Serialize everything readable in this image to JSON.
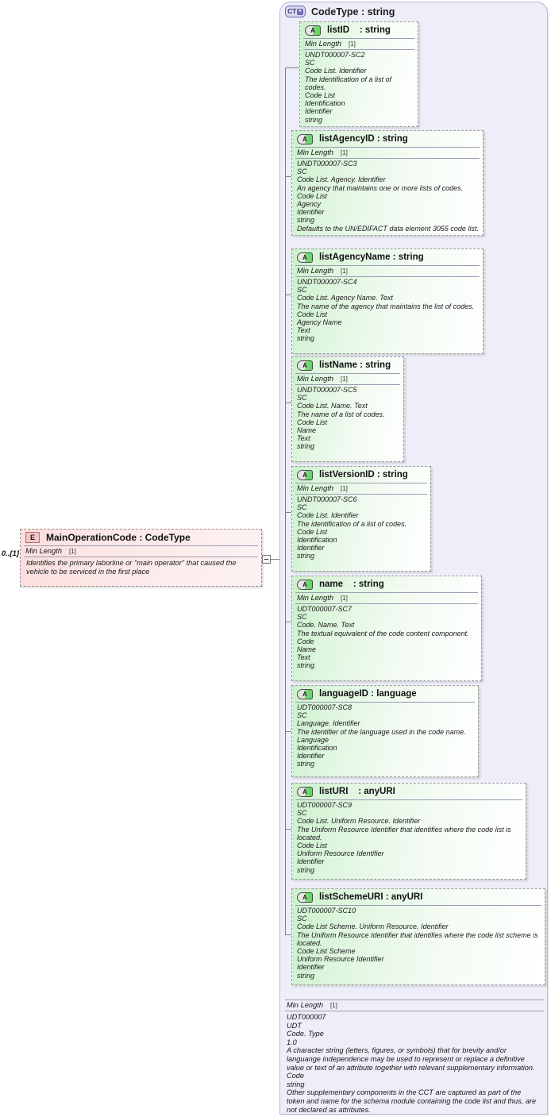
{
  "diagram": {
    "type": "xsd-schema-diagram",
    "colors": {
      "container_bg": "#eeeef9",
      "attribute_green": "#ccf0cc",
      "element_pink": "#fbdede",
      "connector": "#808080"
    }
  },
  "container": {
    "icon": "complex-type-expand-icon",
    "icon_label": "CT",
    "title": "CodeType : string",
    "footer": {
      "facet_label": "Min Length",
      "occurrence": "[1]",
      "lines": [
        "UDT000007",
        "UDT",
        "Code. Type",
        "1.0",
        "A character string (letters, figures, or symbols) that for brevity and/or languange independence may be used to represent or replace a definitive value or text of an attribute together with relevant supplementary information.",
        "Code",
        "string",
        "Other supplementary components in the CCT are captured as part of the token and name for the schema module containing the code list and thus, are not declared as attributes."
      ]
    }
  },
  "element": {
    "icon": "element-icon",
    "icon_label": "E",
    "name": "MainOperationCode : CodeType",
    "occurrence": "0..[1]",
    "facet_label": "Min Length",
    "facet_occurrence": "[1]",
    "description": "Identifies the primary laborline or \"main operator\" that caused the vehicle to be serviced in the first place"
  },
  "attributes": [
    {
      "icon_label": "A",
      "name": "listID",
      "type": ": string",
      "name_pad": true,
      "facet_label": "Min Length",
      "facet_occurrence": "[1]",
      "lines": [
        "UNDT000007-SC2",
        "SC",
        "Code List. Identifier",
        "The identification of a list of codes.",
        "Code List",
        "Identification",
        "Identifier",
        "string"
      ]
    },
    {
      "icon_label": "A",
      "name": "listAgencyID",
      "type": ": string",
      "facet_label": "Min Length",
      "facet_occurrence": "[1]",
      "lines": [
        "UNDT000007-SC3",
        "SC",
        "Code List. Agency. Identifier",
        "An agency that maintains one or more lists of codes.",
        "Code List",
        "Agency",
        "Identifier",
        "string",
        "Defaults to the UN/EDIFACT data element 3055 code list."
      ]
    },
    {
      "icon_label": "A",
      "name": "listAgencyName",
      "type": ": string",
      "facet_label": "Min Length",
      "facet_occurrence": "[1]",
      "lines": [
        "UNDT000007-SC4",
        "SC",
        "Code List. Agency Name. Text",
        "The name of the agency that maintains the list of codes.",
        "Code List",
        "Agency Name",
        "Text",
        "string"
      ]
    },
    {
      "icon_label": "A",
      "name": "listName",
      "type": ": string",
      "facet_label": "Min Length",
      "facet_occurrence": "[1]",
      "lines": [
        "UNDT000007-SC5",
        "SC",
        "Code List. Name. Text",
        "The name of a list of codes.",
        "Code List",
        "Name",
        "Text",
        "string"
      ]
    },
    {
      "icon_label": "A",
      "name": "listVersionID",
      "type": ": string",
      "facet_label": "Min Length",
      "facet_occurrence": "[1]",
      "lines": [
        "UNDT000007-SC6",
        "SC",
        "Code List. Identifier",
        "The identification of a list of codes.",
        "Code List",
        "Identification",
        "Identifier",
        "string"
      ]
    },
    {
      "icon_label": "A",
      "name": "name",
      "type": ": string",
      "name_pad": true,
      "facet_label": "Min Length",
      "facet_occurrence": "[1]",
      "lines": [
        "UDT000007-SC7",
        "SC",
        "Code. Name. Text",
        "The textual equivalent of the code content component.",
        "Code",
        "Name",
        "Text",
        "string"
      ]
    },
    {
      "icon_label": "A",
      "name": "languageID",
      "type": ": language",
      "facet_label": null,
      "facet_occurrence": null,
      "lines": [
        "UDT000007-SC8",
        "SC",
        "Language. Identifier",
        "The identifier of the language used in the code name.",
        "Language",
        "Identification",
        "Identifier",
        "string"
      ]
    },
    {
      "icon_label": "A",
      "name": "listURI",
      "type": ": anyURI",
      "name_pad": true,
      "facet_label": null,
      "facet_occurrence": null,
      "lines": [
        "UDT000007-SC9",
        "SC",
        "Code List. Uniform Resource. Identifier",
        "The Uniform Resource Identifier that identifies where the code list is located.",
        "Code List",
        "Uniform Resource Identifier",
        "Identifier",
        "string"
      ]
    },
    {
      "icon_label": "A",
      "name": "listSchemeURI",
      "type": ": anyURI",
      "facet_label": null,
      "facet_occurrence": null,
      "lines": [
        "UDT000007-SC10",
        "SC",
        "Code List Scheme. Uniform Resource. Identifier",
        "The Uniform Resource Identifier that identifies where the code list scheme is located.",
        "Code List Scheme",
        "Uniform Resource Identifier",
        "Identifier",
        "string"
      ]
    }
  ]
}
